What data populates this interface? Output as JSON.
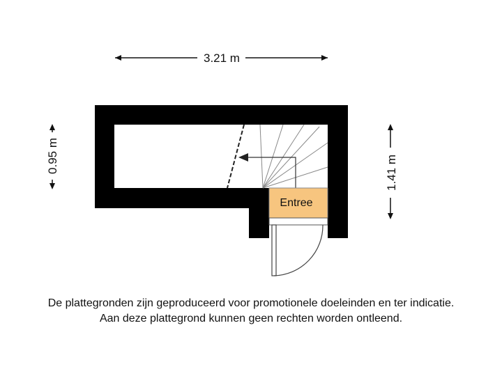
{
  "dimensions": {
    "width_top": "3.21 m",
    "height_left": "0.95 m",
    "height_right": "1.41 m"
  },
  "rooms": {
    "entrance_label": "Entree",
    "entrance_color": "#f7c57f"
  },
  "disclaimer": {
    "line1": "De plattegronden zijn geproduceerd voor promotionele doeleinden en ter indicatie.",
    "line2": "Aan deze plattegrond kunnen geen rechten worden ontleend."
  }
}
